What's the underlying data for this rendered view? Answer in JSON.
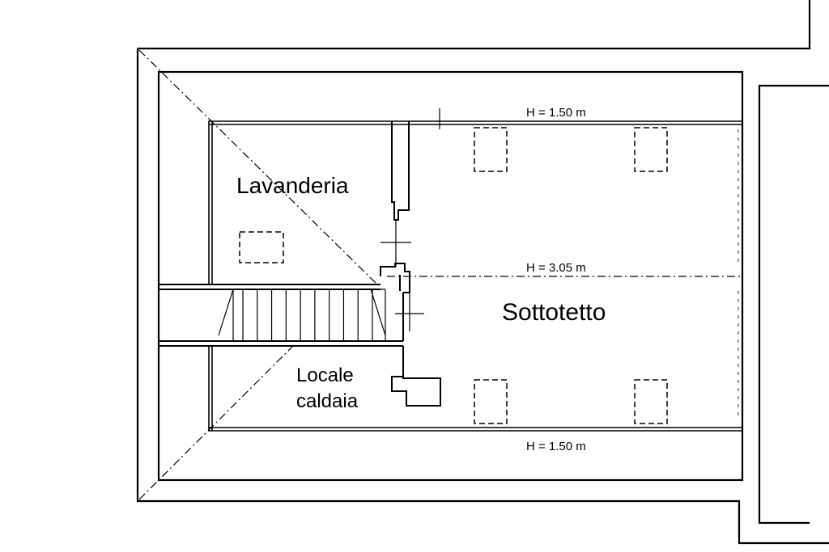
{
  "plan": {
    "rooms": {
      "laundry": "Lavanderia",
      "attic": "Sottotetto",
      "boiler_line1": "Locale",
      "boiler_line2": "caldaia"
    },
    "heights": {
      "top": "H = 1.50 m",
      "middle": "H = 3.05 m",
      "bottom": "H = 1.50 m"
    },
    "stair_steps": 10
  }
}
